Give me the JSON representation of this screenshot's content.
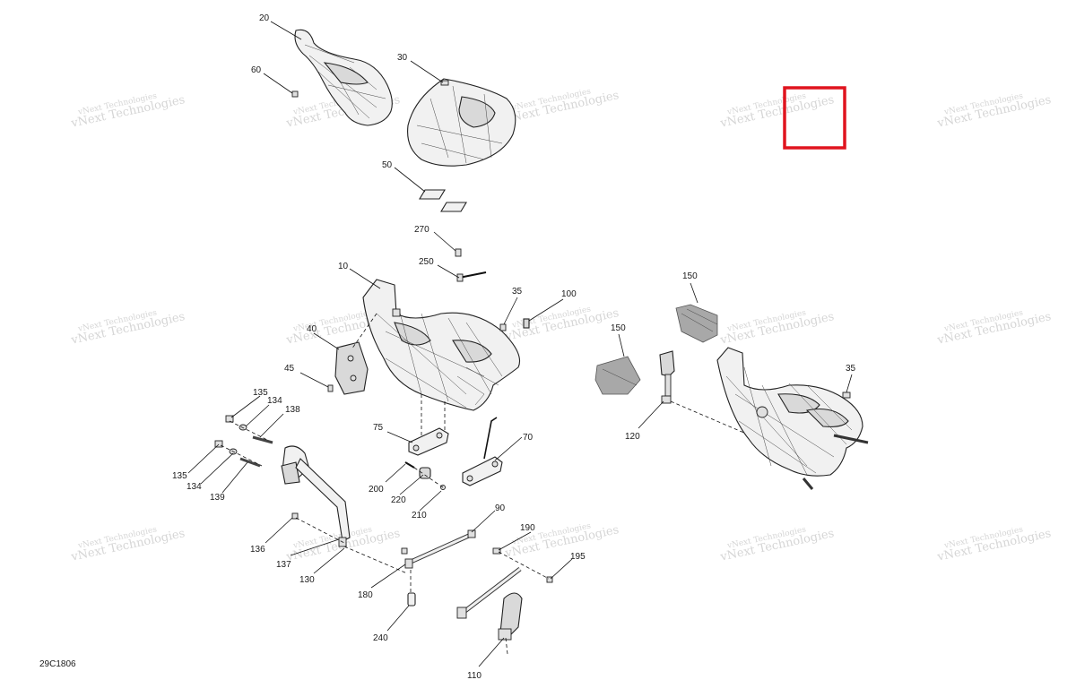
{
  "diagram_code": "29C1806",
  "watermark": {
    "line1": "vNext Technologies",
    "line2": "vNext Technologies"
  },
  "highlight_color": "#e0141e",
  "callouts": [
    {
      "id": "c20",
      "label": "20"
    },
    {
      "id": "c60",
      "label": "60"
    },
    {
      "id": "c30",
      "label": "30"
    },
    {
      "id": "c50",
      "label": "50"
    },
    {
      "id": "c270",
      "label": "270"
    },
    {
      "id": "c250",
      "label": "250"
    },
    {
      "id": "c10",
      "label": "10"
    },
    {
      "id": "c35a",
      "label": "35"
    },
    {
      "id": "c100",
      "label": "100"
    },
    {
      "id": "c40",
      "label": "40"
    },
    {
      "id": "c45",
      "label": "45"
    },
    {
      "id": "c135a",
      "label": "135"
    },
    {
      "id": "c134a",
      "label": "134"
    },
    {
      "id": "c138",
      "label": "138"
    },
    {
      "id": "c135b",
      "label": "135"
    },
    {
      "id": "c134b",
      "label": "134"
    },
    {
      "id": "c139",
      "label": "139"
    },
    {
      "id": "c75",
      "label": "75"
    },
    {
      "id": "c70",
      "label": "70"
    },
    {
      "id": "c200",
      "label": "200"
    },
    {
      "id": "c220",
      "label": "220"
    },
    {
      "id": "c210",
      "label": "210"
    },
    {
      "id": "c90",
      "label": "90"
    },
    {
      "id": "c136",
      "label": "136"
    },
    {
      "id": "c137",
      "label": "137"
    },
    {
      "id": "c130",
      "label": "130"
    },
    {
      "id": "c180",
      "label": "180"
    },
    {
      "id": "c240",
      "label": "240"
    },
    {
      "id": "c190",
      "label": "190"
    },
    {
      "id": "c195",
      "label": "195"
    },
    {
      "id": "c110",
      "label": "110"
    },
    {
      "id": "c150a",
      "label": "150"
    },
    {
      "id": "c150b",
      "label": "150"
    },
    {
      "id": "c120",
      "label": "120"
    },
    {
      "id": "c35b",
      "label": "35"
    }
  ]
}
